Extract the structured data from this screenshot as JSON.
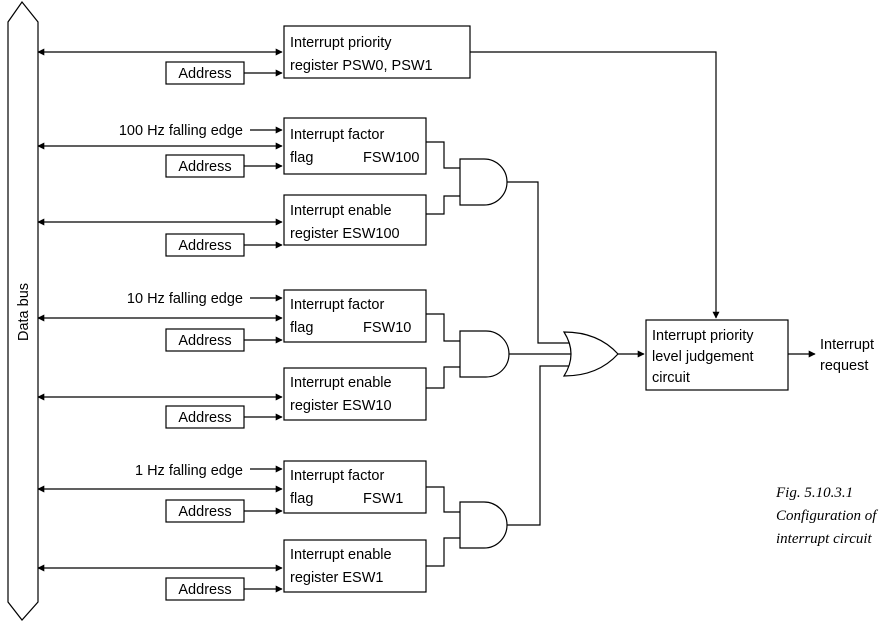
{
  "data_bus_label": "Data bus",
  "address_label": "Address",
  "priority_register": {
    "line1": "Interrupt priority",
    "line2": "register PSW0, PSW1"
  },
  "signals": {
    "hz100": "100 Hz falling edge",
    "hz10": "10 Hz falling edge",
    "hz1": "1 Hz falling edge"
  },
  "factor_flags": {
    "line1": "Interrupt factor",
    "fsw100_flag": "flag",
    "fsw100_name": "FSW100",
    "fsw10_flag": "flag",
    "fsw10_name": "FSW10",
    "fsw1_flag": "flag",
    "fsw1_name": "FSW1"
  },
  "enable_registers": {
    "line1": "Interrupt enable",
    "esw100": "register ESW100",
    "esw10": "register ESW10",
    "esw1": "register ESW1"
  },
  "judgement_circuit": {
    "line1": "Interrupt priority",
    "line2": "level judgement",
    "line3": "circuit"
  },
  "output": {
    "line1": "Interrupt",
    "line2": "request"
  },
  "caption": {
    "line1": "Fig. 5.10.3.1",
    "line2": "Configuration of",
    "line3": "interrupt circuit"
  }
}
